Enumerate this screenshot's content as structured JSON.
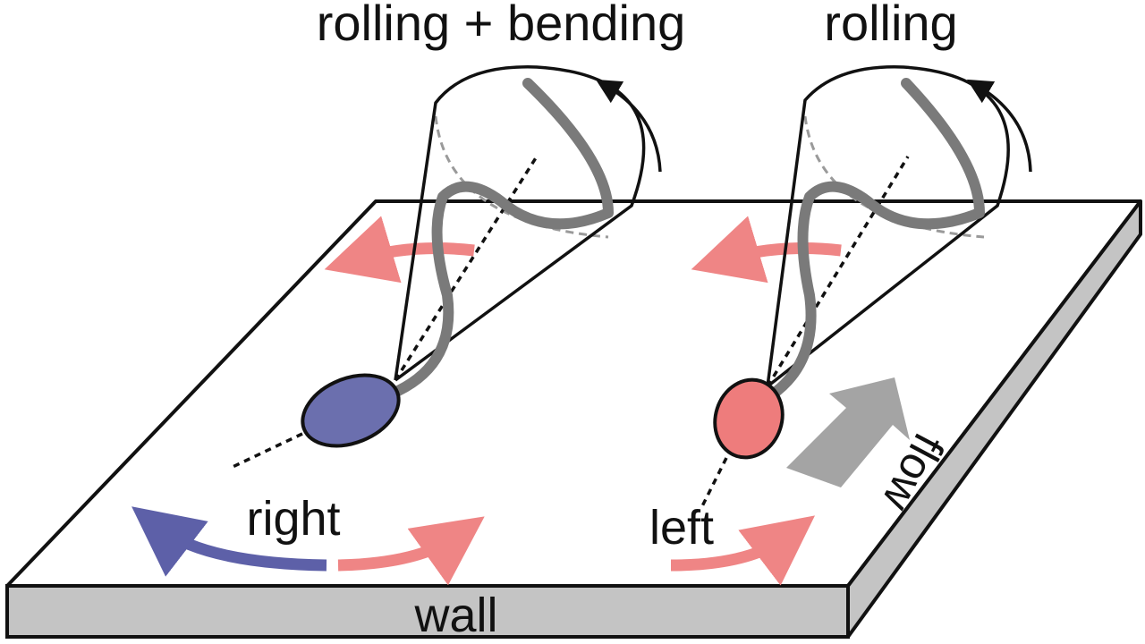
{
  "labels": {
    "rolling_bending": "rolling + bending",
    "rolling": "rolling",
    "right": "right",
    "left": "left",
    "flow": "flow",
    "wall": "wall"
  },
  "colors": {
    "outline": "#111111",
    "wall_side": "#c4c4c4",
    "blue_head": "#6b6fae",
    "red_head": "#ee7c7c",
    "blue_arrow": "#5d60a8",
    "red_arrow": "#ef8585",
    "flagellum": "#7a7a7a",
    "flow_arrow": "#a4a4a4"
  }
}
